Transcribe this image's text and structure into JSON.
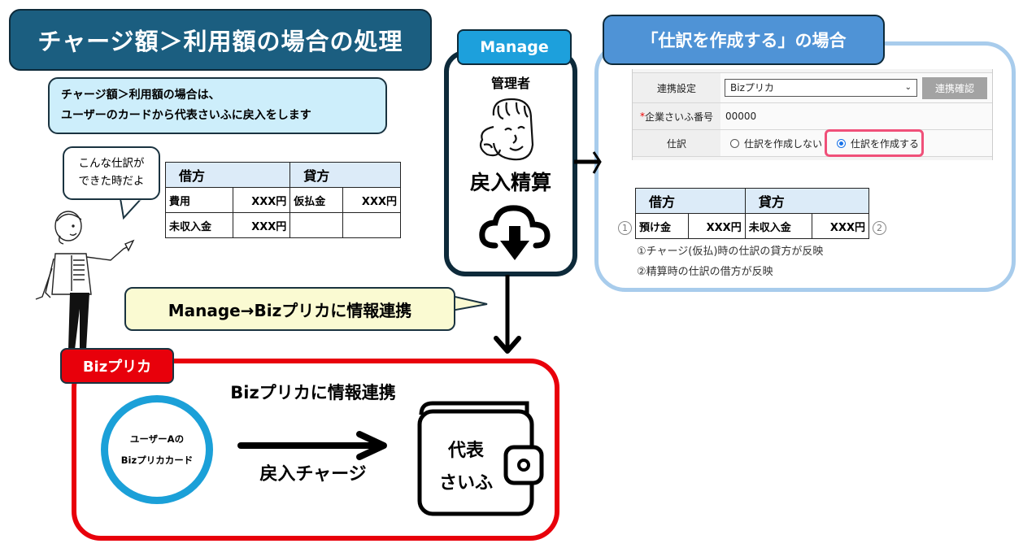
{
  "title": "チャージ額＞利用額の場合の処理",
  "description": {
    "line1": "チャージ額＞利用額の場合は、",
    "line2": "ユーザーのカードから代表さいふに戻入をします"
  },
  "speech_bubble": {
    "line1": "こんな仕訳が",
    "line2": "できた時だよ"
  },
  "journal_table_1": {
    "header": {
      "debit": "借方",
      "credit": "貸方"
    },
    "rows": [
      {
        "debit_account": "費用",
        "debit_amount": "XXX円",
        "credit_account": "仮払金",
        "credit_amount": "XXX円"
      },
      {
        "debit_account": "未収入金",
        "debit_amount": "XXX円",
        "credit_account": "",
        "credit_amount": ""
      }
    ]
  },
  "manage": {
    "tab_label": "Manage",
    "role": "管理者",
    "action": "戻入精算",
    "icons": [
      "admin-face-icon",
      "cloud-download-icon"
    ]
  },
  "right_panel": {
    "tab_label": "「仕訳を作成する」の場合",
    "form": {
      "link_setting_label": "連携設定",
      "link_setting_value": "Bizプリカ",
      "confirm_button": "連携確認",
      "required_mark": "*",
      "wallet_number_label": "企業さいふ番号",
      "wallet_number_value": "00000",
      "journal_label": "仕訳",
      "options": [
        {
          "label": "仕訳を作成しない",
          "selected": false
        },
        {
          "label": "仕訳を作成する",
          "selected": true
        }
      ]
    },
    "journal_table_2": {
      "header": {
        "debit": "借方",
        "credit": "貸方"
      },
      "row": {
        "debit_account": "預け金",
        "debit_amount": "XXX円",
        "credit_account": "未収入金",
        "credit_amount": "XXX円"
      },
      "marker_left": "1",
      "marker_right": "2"
    },
    "notes": [
      "①チャージ(仮払)時の仕訳の貸方が反映",
      "②精算時の仕訳の借方が反映"
    ]
  },
  "sync_note": "Manage→Bizプリカに情報連携",
  "bizprica": {
    "tab_label": "Bizプリカ",
    "sync_title": "Bizプリカに情報連携",
    "card_line1": "ユーザーAの",
    "card_line2": "Bizプリカカード",
    "charge_label": "戻入チャージ",
    "wallet_line1": "代表",
    "wallet_line2": "さいふ"
  },
  "colors": {
    "title_bg": "#1b5e80",
    "manage_tab": "#1da0dc",
    "right_tab": "#4f93d6",
    "right_border": "#a8ccec",
    "biz_red": "#e8000b",
    "card_blue": "#1ba0d8",
    "highlight_pink": "#f05079"
  }
}
